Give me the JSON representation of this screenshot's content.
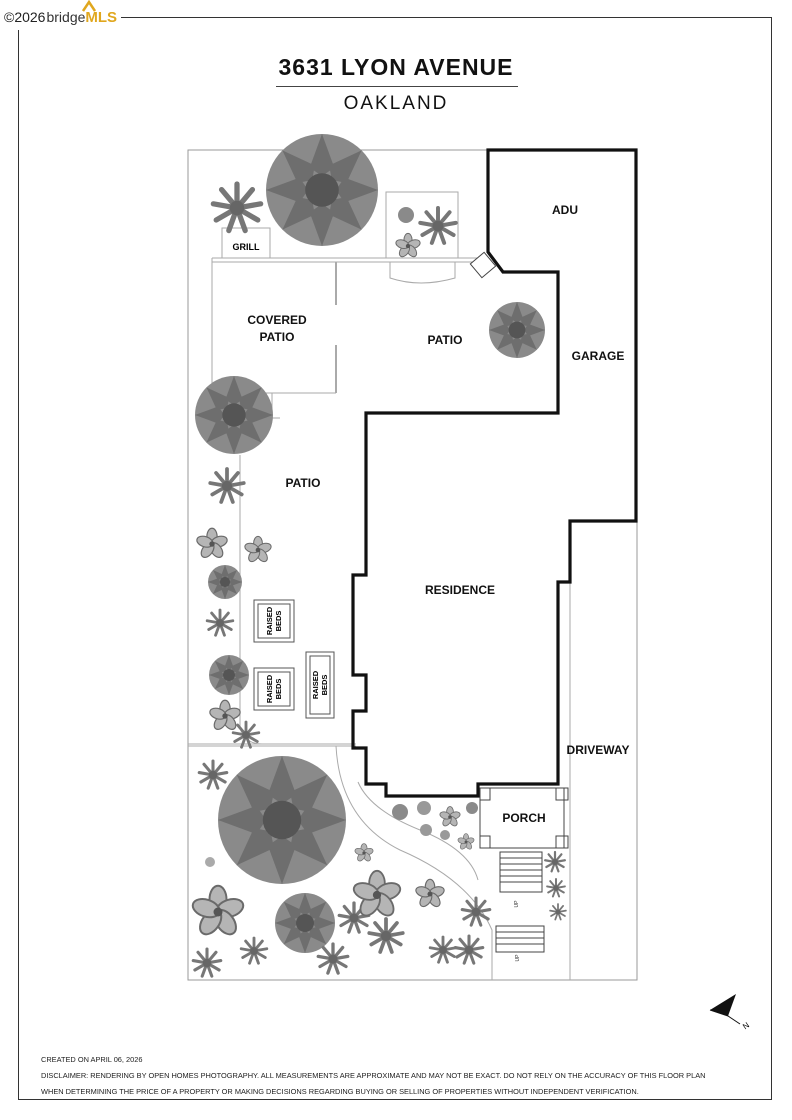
{
  "watermark": {
    "copyright": "©2026",
    "brand_prefix": "bridge",
    "brand_suffix": "MLS"
  },
  "header": {
    "title": "3631 LYON AVENUE",
    "subtitle": "OAKLAND"
  },
  "plan": {
    "labels": {
      "adu": "ADU",
      "garage": "GARAGE",
      "covered_patio_line1": "COVERED",
      "covered_patio_line2": "PATIO",
      "patio_upper": "PATIO",
      "patio_side": "PATIO",
      "residence": "RESIDENCE",
      "driveway": "DRIVEWAY",
      "porch": "PORCH",
      "grill": "GRILL",
      "raised_beds_line1": "RAISED",
      "raised_beds_line2": "BEDS",
      "stair_up": "UP"
    },
    "compass": "N"
  },
  "footer": {
    "created": "CREATED ON APRIL 06, 2026",
    "disclaimer_line1": "DISCLAIMER: RENDERING BY OPEN HOMES PHOTOGRAPHY. ALL MEASUREMENTS ARE APPROXIMATE AND MAY NOT BE EXACT. DO NOT RELY ON THE ACCURACY OF THIS FLOOR PLAN",
    "disclaimer_line2": "WHEN DETERMINING THE PRICE OF A PROPERTY OR MAKING DECISIONS REGARDING BUYING OR SELLING OF PROPERTIES WITHOUT INDEPENDENT VERIFICATION."
  }
}
